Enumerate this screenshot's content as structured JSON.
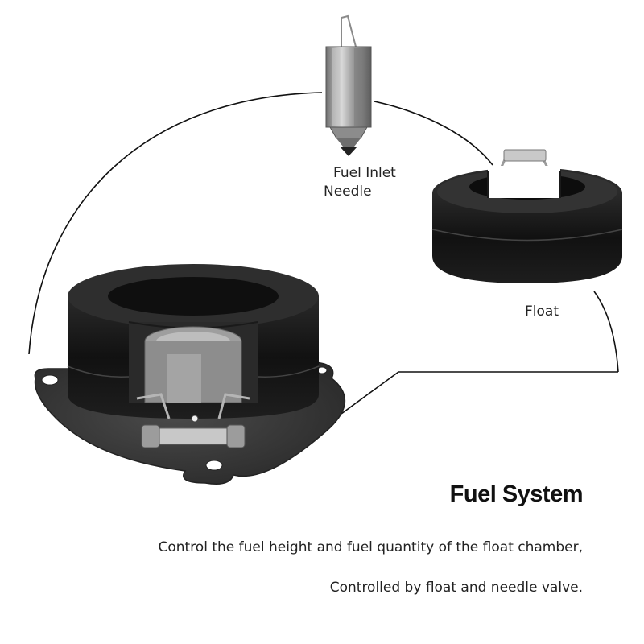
{
  "labels": {
    "needle_line1": "Fuel Inlet",
    "needle_line2": "Needle",
    "float": "Float"
  },
  "heading": "Fuel System",
  "description": [
    "Control the fuel height and fuel quantity of the float chamber,",
    "Controlled by float and needle valve."
  ],
  "colors": {
    "background": "#ffffff",
    "text": "#222222",
    "connector": "#111111",
    "float_rubber": "#1c1c1c",
    "gasket": "#3a3a3a",
    "metal": "#a9a9a9"
  }
}
